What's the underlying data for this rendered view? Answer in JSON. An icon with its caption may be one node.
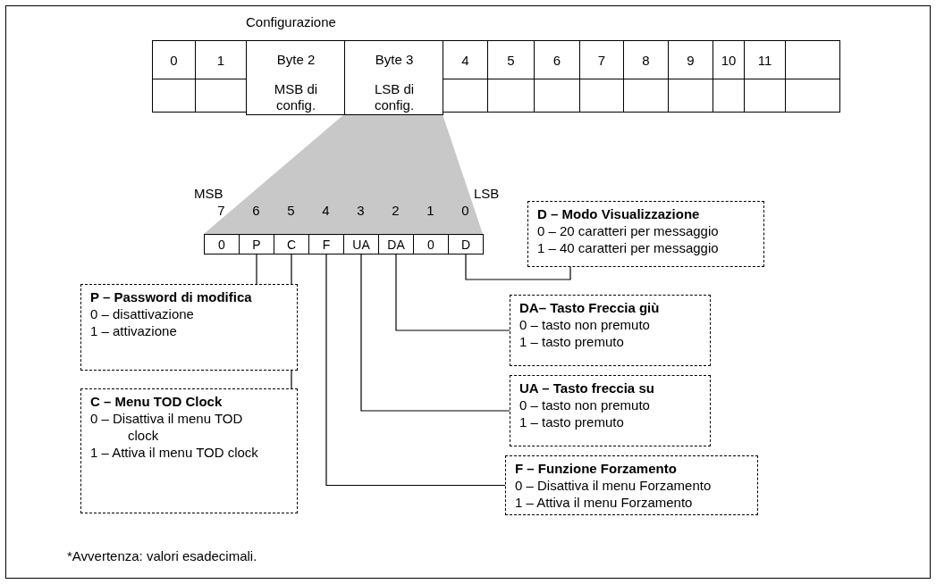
{
  "diagram": {
    "title": "Configurazione",
    "nodes": [
      {
        "text": [
          "0"
        ]
      },
      {
        "text": [
          "P"
        ]
      },
      {
        "text": [
          "C"
        ]
      },
      {
        "text": [
          "F"
        ]
      },
      {
        "text": [
          "UA"
        ]
      },
      {
        "text": [
          "DA"
        ]
      },
      {
        "text": [
          "0"
        ]
      },
      {
        "text": [
          "D"
        ]
      },
      {
        "text": [
          "D – Modo Visualizzazione",
          "0 – 20 caratteri per messaggio",
          "1 – 40 caratteri per messaggio"
        ]
      },
      {
        "text": [
          "P – Password di modifica",
          "0 – disattivazione",
          "1 – attivazione"
        ]
      },
      {
        "text": [
          "DA– Tasto Freccia giù",
          "0 – tasto non premuto",
          "1 – tasto premuto"
        ]
      },
      {
        "text": [
          "UA – Tasto freccia su",
          "0 – tasto non premuto",
          "1 – tasto premuto"
        ]
      },
      {
        "text": [
          "C – Menu TOD Clock",
          "0 – Disattiva il menu TOD clock",
          "1 – Attiva il menu TOD clock"
        ]
      },
      {
        "text": [
          "F – Funzione Forzamento",
          "0 – Disattiva il menu Forzamento",
          "1 – Attiva il menu Forzamento"
        ]
      }
    ],
    "edges": [
      {
        "from": 9,
        "to": 1,
        "arrow": "none"
      },
      {
        "from": 12,
        "to": 2,
        "arrow": "none"
      },
      {
        "from": 13,
        "to": 3,
        "arrow": "none"
      },
      {
        "from": 11,
        "to": 4,
        "arrow": "none"
      },
      {
        "from": 10,
        "to": 5,
        "arrow": "none"
      },
      {
        "from": 8,
        "to": 7,
        "arrow": "none"
      }
    ],
    "labels": [
      "0",
      "1",
      "Byte 2",
      "Byte 3",
      "4",
      "5",
      "6",
      "7",
      "8",
      "9",
      "10",
      "11",
      "MSB di config.",
      "LSB di config.",
      "MSB",
      "LSB",
      "7",
      "6",
      "5",
      "4",
      "3",
      "2",
      "1",
      "0",
      "*Avvertenza: valori esadecimali."
    ]
  }
}
